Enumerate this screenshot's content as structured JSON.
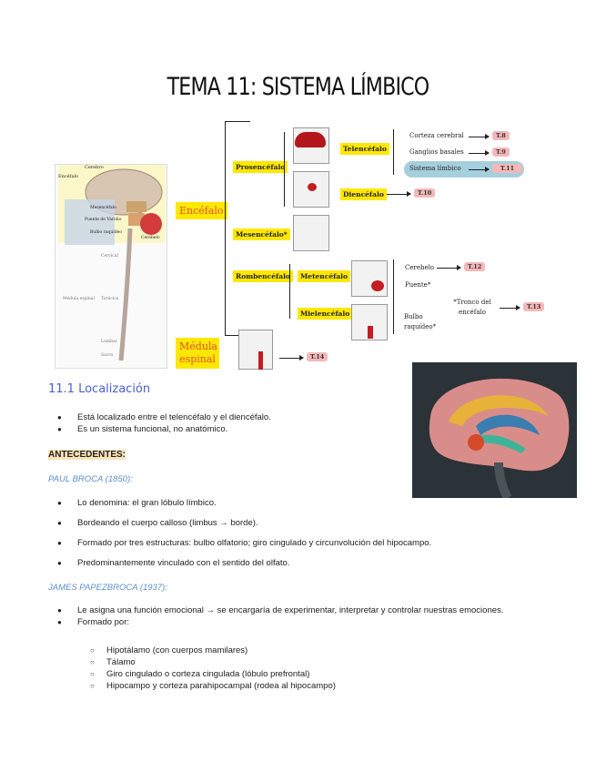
{
  "title": "TEMA 11: SISTEMA LÍMBICO",
  "diagram": {
    "encefalo": "Encéfalo",
    "medula_espinal": "Médula espinal",
    "prosencefalo": "Prosencéfalo",
    "mesencefalo": "Mesencéfalo*",
    "rombencefalo": "Rombencéfalo",
    "telencefalo": "Telencéfalo",
    "diencefalo": "Diencéfalo",
    "metencefalo": "Metencéfalo",
    "mielencefalo": "Mielencéfalo",
    "corteza": "Corteza cerebral",
    "ganglios": "Ganglios basales",
    "sistema_limbico": "Sistema límbico",
    "cerebelo": "Cerebelo",
    "puente": "Puente*",
    "bulbo": "Bulbo raquídeo*",
    "tronco": "*Tronco del encéfalo",
    "tags": {
      "t8": "T.8",
      "t9": "T.9",
      "t11": "T.11",
      "t10": "T.10",
      "t12": "T.12",
      "t13": "T.13",
      "t14": "T.14"
    },
    "anatomy_labels": {
      "cerebro": "Cerebro",
      "encefalo": "Encéfalo",
      "mesencefalo": "Mesencéfalo",
      "puente": "Puente de Varolio",
      "bulbo": "Bulbo raquídeo",
      "cerebelo": "Cerebelo",
      "cervical": "Cervical",
      "medula": "Médula espinal",
      "toracica": "Torácica",
      "lumbar": "Lumbar",
      "sacra": "Sacra"
    }
  },
  "section": {
    "heading": "11.1 Localización",
    "bullets": [
      "Está localizado entre el telencéfalo y el diencéfalo.",
      "Es un sistema funcional, no anatómico."
    ],
    "antecedentes": "ANTECEDENTES:",
    "broca_name": "PAUL BROCA (1850):",
    "broca_points": [
      "Lo denomina: el gran lóbulo límbico.",
      "Bordeando el cuerpo calloso (limbus → borde).",
      "Formado por tres estructuras: bulbo olfatorio; giro cingulado y circunvolución del hipocampo.",
      "Predominantemente vinculado con el sentido del olfato."
    ],
    "papez_name": "JAMES PAPEZBROCA (1937):",
    "papez_points": [
      "Le asigna una función emocional → se encargaría de experimentar, interpretar y controlar nuestras emociones.",
      "Formado por:"
    ],
    "papez_sub": [
      "Hipotálamo (con cuerpos mamilares)",
      "Tálamo",
      "Giro cingulado o corteza cingulada (lóbulo prefrontal)",
      "Hipocampo y corteza parahipocampal (rodea al hipocampo)"
    ]
  }
}
